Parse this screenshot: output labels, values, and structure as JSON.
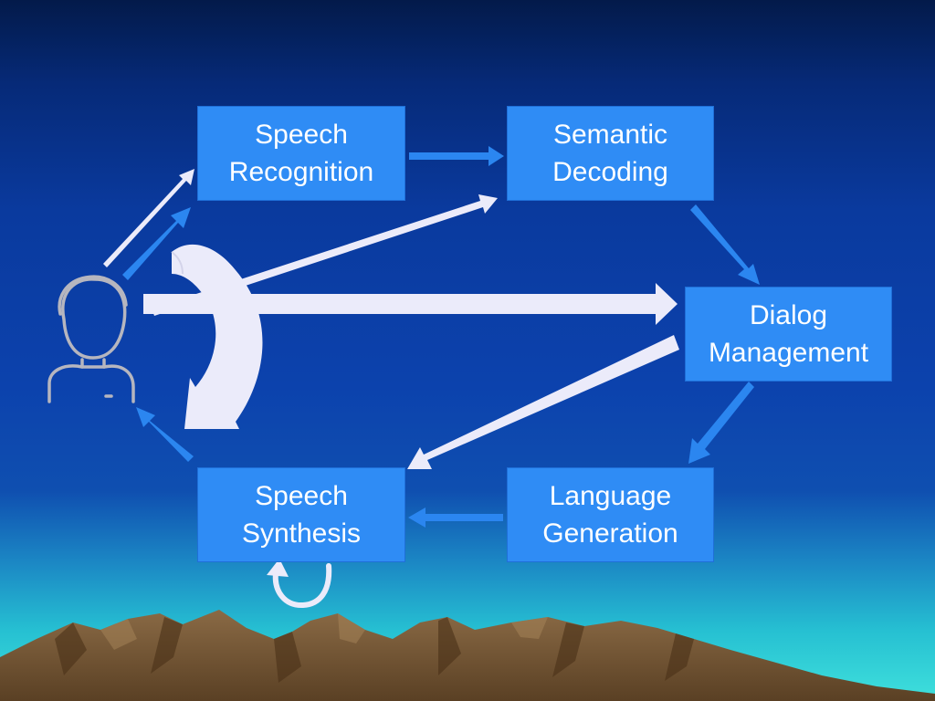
{
  "slide": {
    "colors": {
      "box_fill": "#2f8cf5",
      "blue_arrow": "#2b86f0",
      "white_arrow": "#ebebfa",
      "person_stroke": "#b6b6bf"
    }
  },
  "nodes": {
    "speech_recognition": {
      "line1": "Speech",
      "line2": "Recognition"
    },
    "semantic_decoding": {
      "line1": "Semantic",
      "line2": "Decoding"
    },
    "dialog_management": {
      "line1": "Dialog",
      "line2": "Management"
    },
    "language_generation": {
      "line1": "Language",
      "line2": "Generation"
    },
    "speech_synthesis": {
      "line1": "Speech",
      "line2": "Synthesis"
    }
  },
  "icons": {
    "user": "person-outline-icon"
  }
}
